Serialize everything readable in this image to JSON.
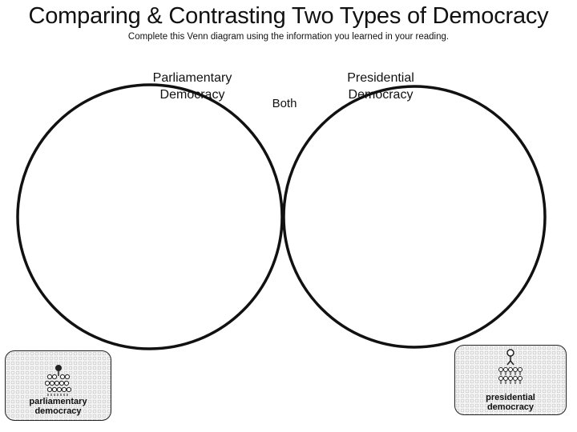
{
  "title": "Comparing & Contrasting Two Types of Democracy",
  "subtitle": "Complete this Venn diagram using the information you learned in your reading.",
  "venn": {
    "left_label_line1": "Parliamentary",
    "left_label_line2": "Democracy",
    "right_label_line1": "Presidential",
    "right_label_line2": "Democracy",
    "overlap_label": "Both"
  },
  "badges": {
    "left_line1": "parliamentary",
    "left_line2": "democracy",
    "left_icon": "parliament-group-icon",
    "right_line1": "presidential",
    "right_line2": "democracy",
    "right_icon": "president-over-people-icon"
  }
}
